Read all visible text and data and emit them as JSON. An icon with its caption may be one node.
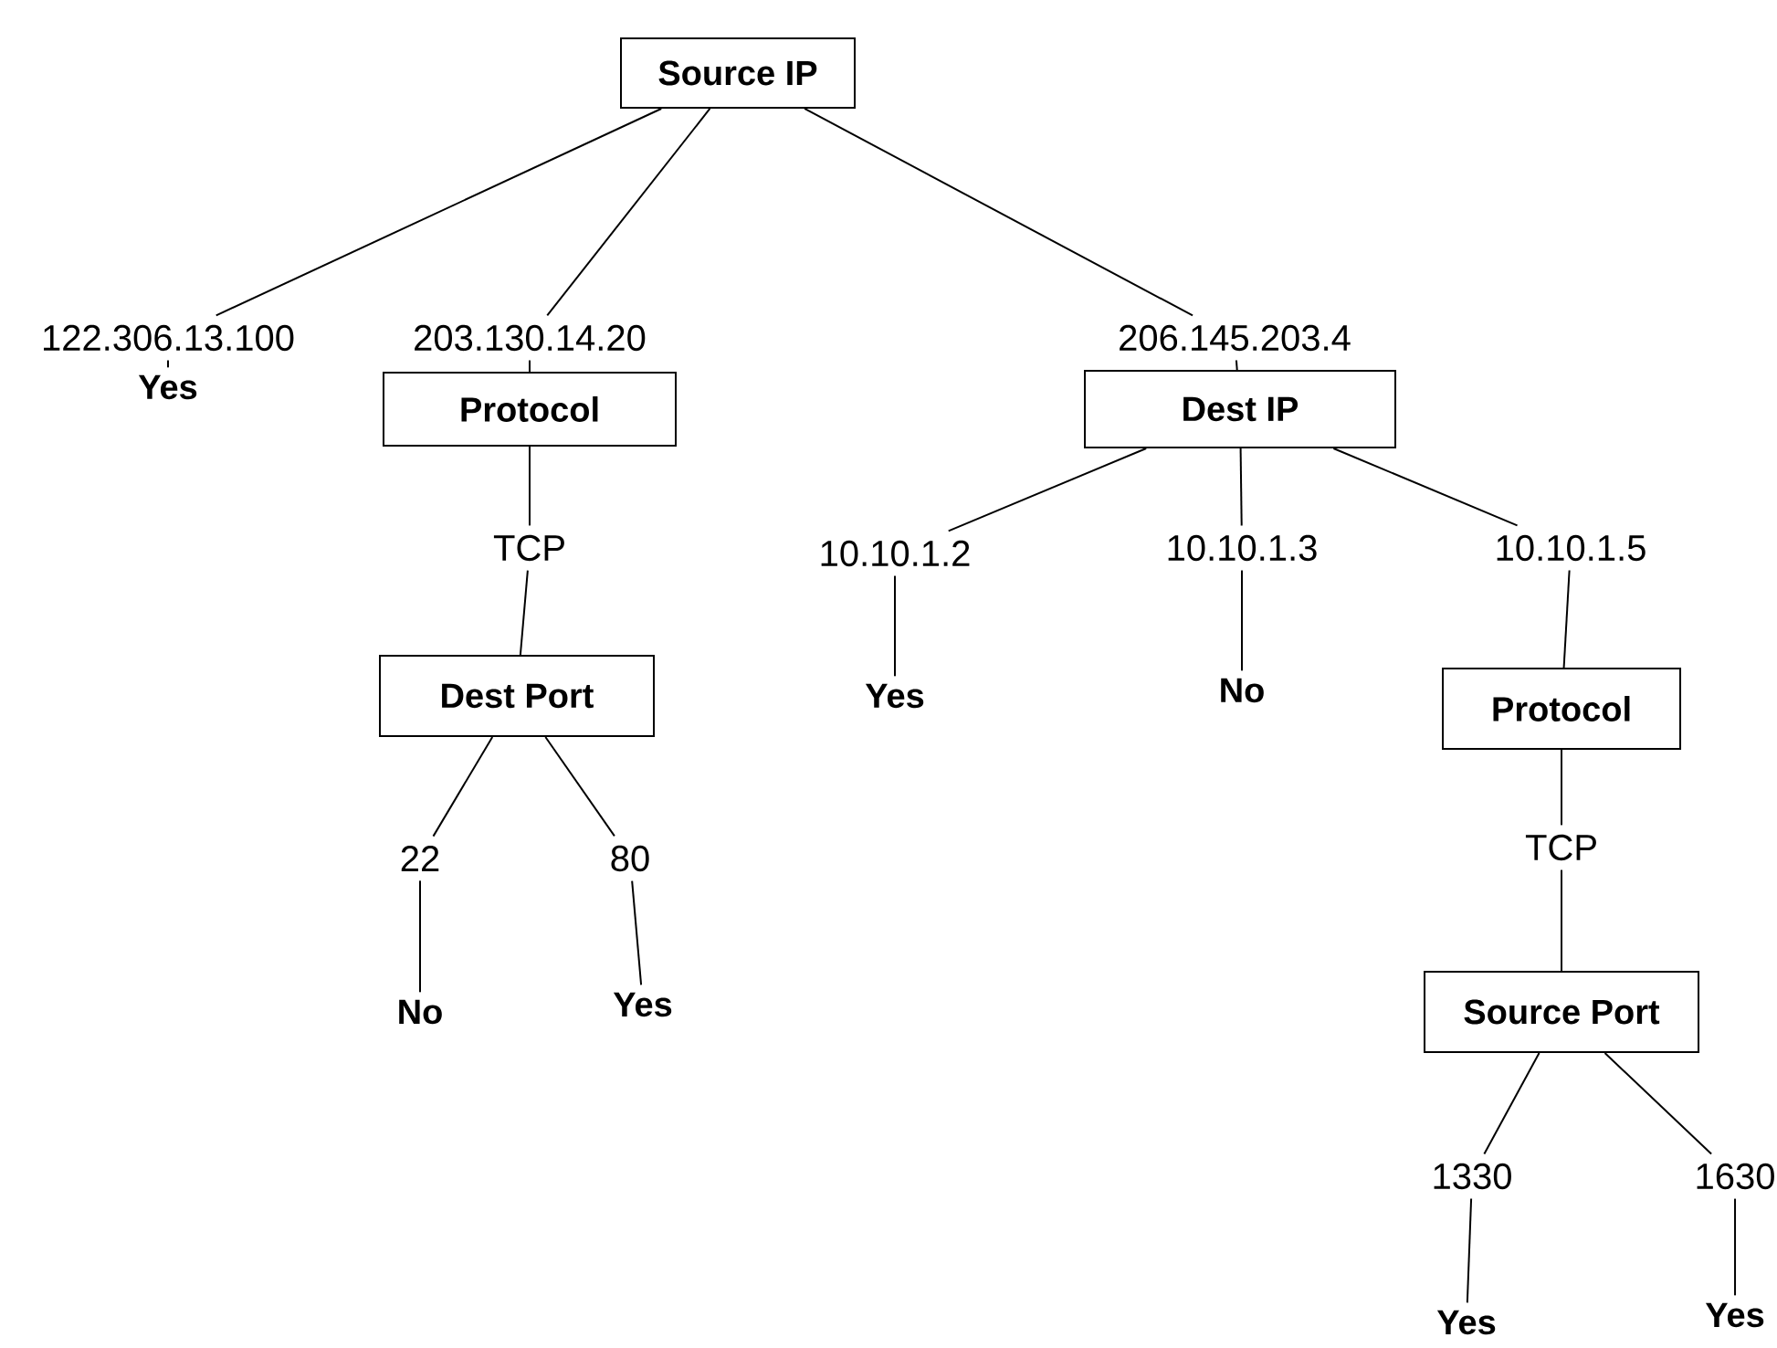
{
  "diagram": {
    "nodes": [
      {
        "text": [
          "Source IP"
        ]
      },
      {
        "text": [
          "122.306.13.100"
        ]
      },
      {
        "text": [
          "203.130.14.20"
        ]
      },
      {
        "text": [
          "206.145.203.4"
        ]
      },
      {
        "text": [
          "Yes"
        ]
      },
      {
        "text": [
          "Protocol"
        ]
      },
      {
        "text": [
          "Dest IP"
        ]
      },
      {
        "text": [
          "TCP"
        ]
      },
      {
        "text": [
          "10.10.1.2"
        ]
      },
      {
        "text": [
          "10.10.1.3"
        ]
      },
      {
        "text": [
          "10.10.1.5"
        ]
      },
      {
        "text": [
          "Dest Port"
        ]
      },
      {
        "text": [
          "Yes"
        ]
      },
      {
        "text": [
          "No"
        ]
      },
      {
        "text": [
          "Protocol"
        ]
      },
      {
        "text": [
          "22"
        ]
      },
      {
        "text": [
          "80"
        ]
      },
      {
        "text": [
          "TCP"
        ]
      },
      {
        "text": [
          "No"
        ]
      },
      {
        "text": [
          "Yes"
        ]
      },
      {
        "text": [
          "Source Port"
        ]
      },
      {
        "text": [
          "1330"
        ]
      },
      {
        "text": [
          "1630"
        ]
      },
      {
        "text": [
          "Yes"
        ]
      },
      {
        "text": [
          "Yes"
        ]
      }
    ],
    "edges": [
      {
        "from": 0,
        "to": 1,
        "arrow": "none"
      },
      {
        "from": 0,
        "to": 2,
        "arrow": "none"
      },
      {
        "from": 0,
        "to": 3,
        "arrow": "none"
      },
      {
        "from": 1,
        "to": 4,
        "arrow": "none"
      },
      {
        "from": 2,
        "to": 5,
        "arrow": "none"
      },
      {
        "from": 3,
        "to": 6,
        "arrow": "none"
      },
      {
        "from": 5,
        "to": 7,
        "arrow": "none"
      },
      {
        "from": 7,
        "to": 11,
        "arrow": "none"
      },
      {
        "from": 6,
        "to": 8,
        "arrow": "none"
      },
      {
        "from": 6,
        "to": 9,
        "arrow": "none"
      },
      {
        "from": 6,
        "to": 10,
        "arrow": "none"
      },
      {
        "from": 8,
        "to": 12,
        "arrow": "none"
      },
      {
        "from": 9,
        "to": 13,
        "arrow": "none"
      },
      {
        "from": 10,
        "to": 14,
        "arrow": "none"
      },
      {
        "from": 11,
        "to": 15,
        "arrow": "none"
      },
      {
        "from": 11,
        "to": 16,
        "arrow": "none"
      },
      {
        "from": 15,
        "to": 18,
        "arrow": "none"
      },
      {
        "from": 16,
        "to": 19,
        "arrow": "none"
      },
      {
        "from": 14,
        "to": 17,
        "arrow": "none"
      },
      {
        "from": 17,
        "to": 20,
        "arrow": "none"
      },
      {
        "from": 20,
        "to": 21,
        "arrow": "none"
      },
      {
        "from": 20,
        "to": 22,
        "arrow": "none"
      },
      {
        "from": 21,
        "to": 23,
        "arrow": "none"
      },
      {
        "from": 22,
        "to": 24,
        "arrow": "none"
      }
    ]
  }
}
